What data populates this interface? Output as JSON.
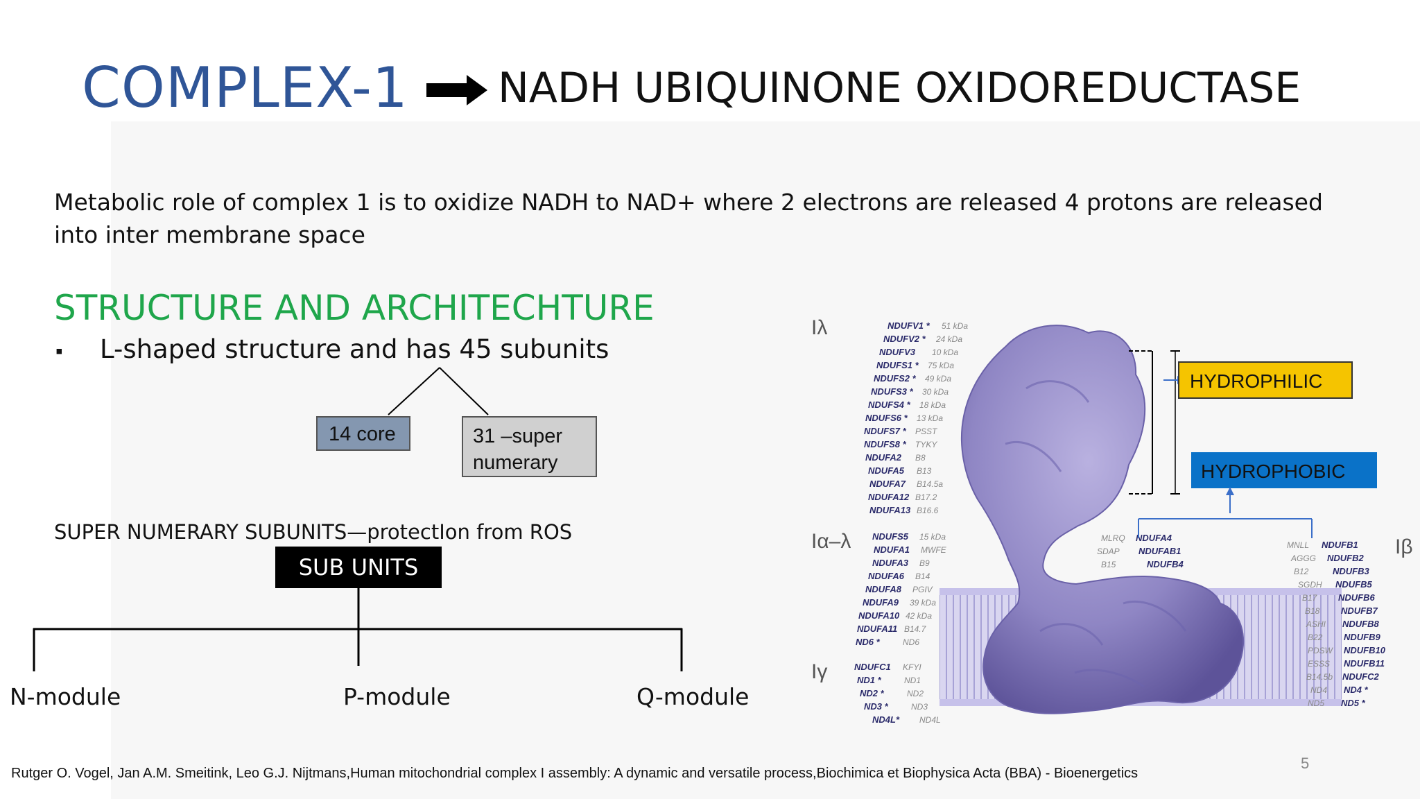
{
  "slide": {
    "title": "COMPLEX-1",
    "subtitle": "NADH UBIQUINONE OXIDOREDUCTASE",
    "intro": "Metabolic role of complex 1 is to oxidize NADH to NAD+  where 2 electrons are released  4 protons are released into inter membrane space",
    "section_heading": "STRUCTURE AND ARCHITECHTURE",
    "bullet_mark": "▪",
    "bullet": "L-shaped structure and has 45 subunits",
    "box_core": "14 core",
    "box_super_line1": "31 –super",
    "box_super_line2": "numerary",
    "super_caption": "SUPER NUMERARY SUBUNITS—protectIon from ROS",
    "subunits_box": "SUB UNITS",
    "modules": [
      "N-module",
      "P-module",
      "Q-module"
    ],
    "citation": "Rutger O. Vogel, Jan A.M. Smeitink, Leo G.J. Nijtmans,Human mitochondrial complex I assembly: A dynamic and versatile process,Biochimica et Biophysica Acta (BBA) - Bioenergetics",
    "page_number": "5"
  },
  "figure": {
    "label_hydrophilic": "HYDROPHILIC",
    "label_hydrophobic": "HYDROPHOBIC",
    "colors": {
      "hydrophilic": "#f5c400",
      "hydrophobic": "#0a72c8",
      "protein": "#8f86c4",
      "membrane": "#b8b4e0"
    },
    "sector_labels": {
      "i_lambda": "Iλ",
      "i_alpha_lambda": "Iα–λ",
      "i_gamma": "Iγ",
      "i_beta": "Iβ"
    },
    "group_lambda": {
      "names": [
        "NDUFV1 *",
        "NDUFV2 *",
        "NDUFV3",
        "NDUFS1 *",
        "NDUFS2 *",
        "NDUFS3 *",
        "NDUFS4 *",
        "NDUFS6 *",
        "NDUFS7 *",
        "NDUFS8 *",
        "NDUFA2",
        "NDUFA5",
        "NDUFA7",
        "NDUFA12",
        "NDUFA13"
      ],
      "aliases": [
        "51 kDa",
        "24 kDa",
        "10 kDa",
        "75 kDa",
        "49 kDa",
        "30 kDa",
        "18 kDa",
        "13 kDa",
        "PSST",
        "TYKY",
        "B8",
        "B13",
        "B14.5a",
        "B17.2",
        "B16.6"
      ]
    },
    "group_alpha_lambda": {
      "names": [
        "NDUFS5",
        "NDUFA1",
        "NDUFA3",
        "NDUFA6",
        "NDUFA8",
        "NDUFA9",
        "NDUFA10",
        "NDUFA11",
        "ND6 *"
      ],
      "aliases": [
        "15 kDa",
        "MWFE",
        "B9",
        "B14",
        "PGIV",
        "39 kDa",
        "42 kDa",
        "B14.7",
        "ND6"
      ]
    },
    "group_gamma": {
      "names": [
        "NDUFC1",
        "ND1 *",
        "ND2 *",
        "ND3 *",
        "ND4L*"
      ],
      "aliases": [
        "KFYI",
        "ND1",
        "ND2",
        "ND3",
        "ND4L"
      ]
    },
    "group_middle": {
      "aliases": [
        "MLRQ",
        "SDAP",
        "B15"
      ],
      "names": [
        "NDUFA4",
        "NDUFAB1",
        "NDUFB4"
      ]
    },
    "group_beta": {
      "aliases": [
        "MNLL",
        "AGGG",
        "B12",
        "SGDH",
        "B17",
        "B18",
        "ASHI",
        "B22",
        "PDSW",
        "ESSS",
        "B14.5b",
        "ND4",
        "ND5"
      ],
      "names": [
        "NDUFB1",
        "NDUFB2",
        "NDUFB3",
        "NDUFB5",
        "NDUFB6",
        "NDUFB7",
        "NDUFB8",
        "NDUFB9",
        "NDUFB10",
        "NDUFB11",
        "NDUFC2",
        "ND4 *",
        "ND5 *"
      ]
    }
  }
}
